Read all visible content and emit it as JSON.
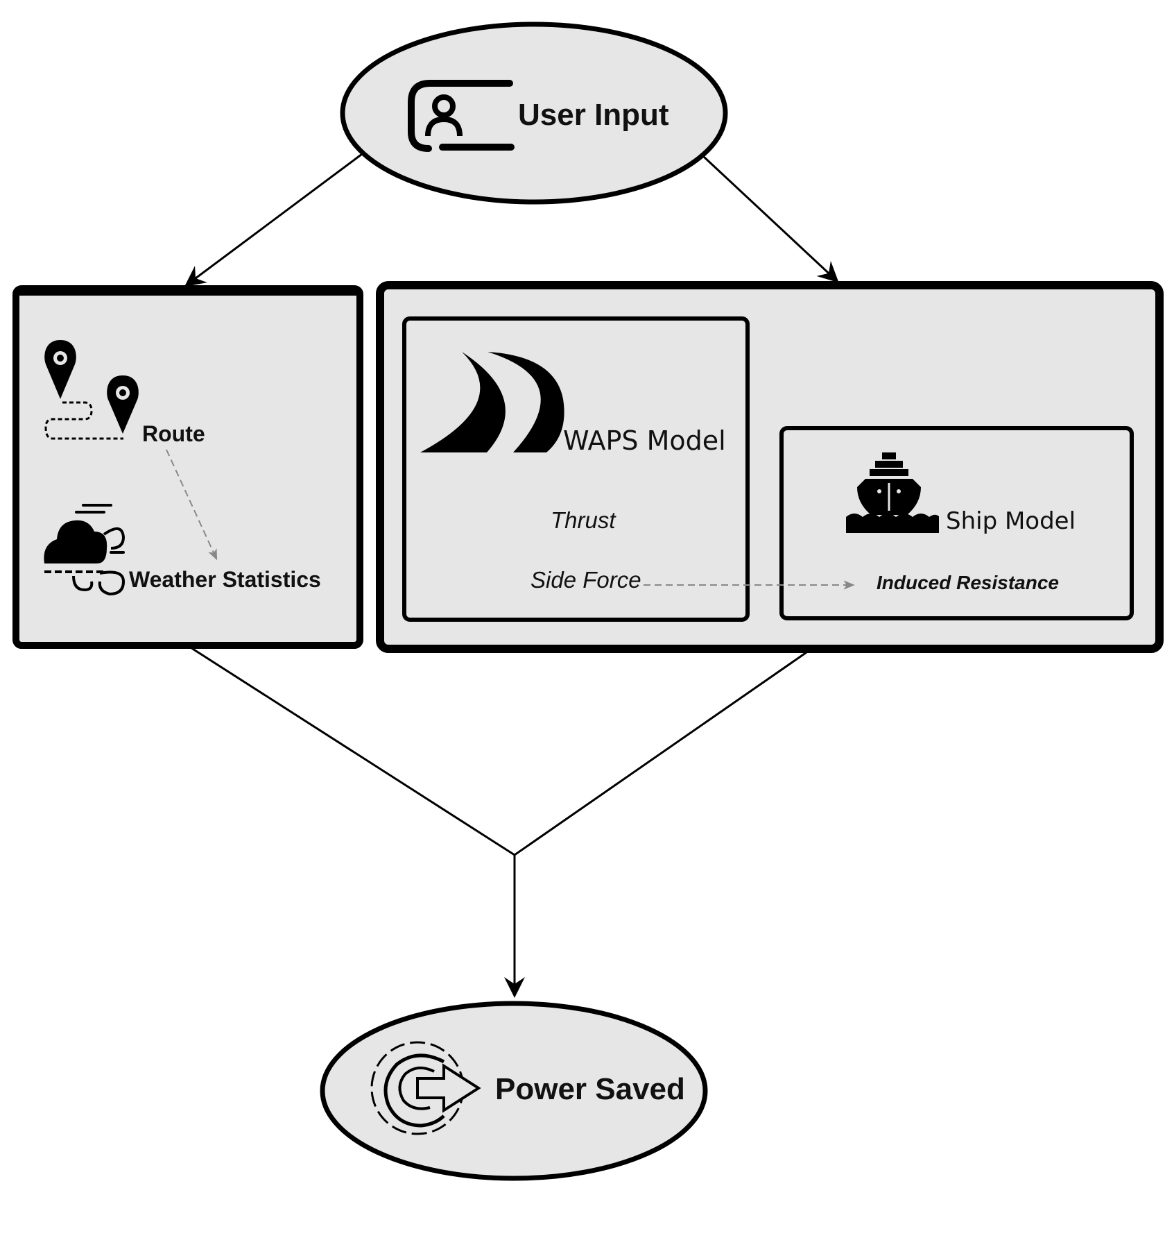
{
  "nodes": {
    "user_input": {
      "label": "User Input",
      "icon": "user-id-card-icon"
    },
    "route": {
      "label": "Route",
      "icon": "route-pins-icon"
    },
    "weather": {
      "label": "Weather Statistics",
      "icon": "cloud-wind-icon"
    },
    "waps": {
      "label": "WAPS Model",
      "icon": "wind-sails-icon",
      "outputs": [
        "Thrust",
        "Side Force"
      ]
    },
    "ship": {
      "label": "Ship Model",
      "icon": "ship-icon",
      "outputs": [
        "Induced Resistance"
      ]
    },
    "power_saved": {
      "label": "Power Saved",
      "icon": "gear-arrow-icon"
    }
  },
  "colors": {
    "fill": "#e6e6e6",
    "stroke": "#000000",
    "dashed": "#888888"
  }
}
